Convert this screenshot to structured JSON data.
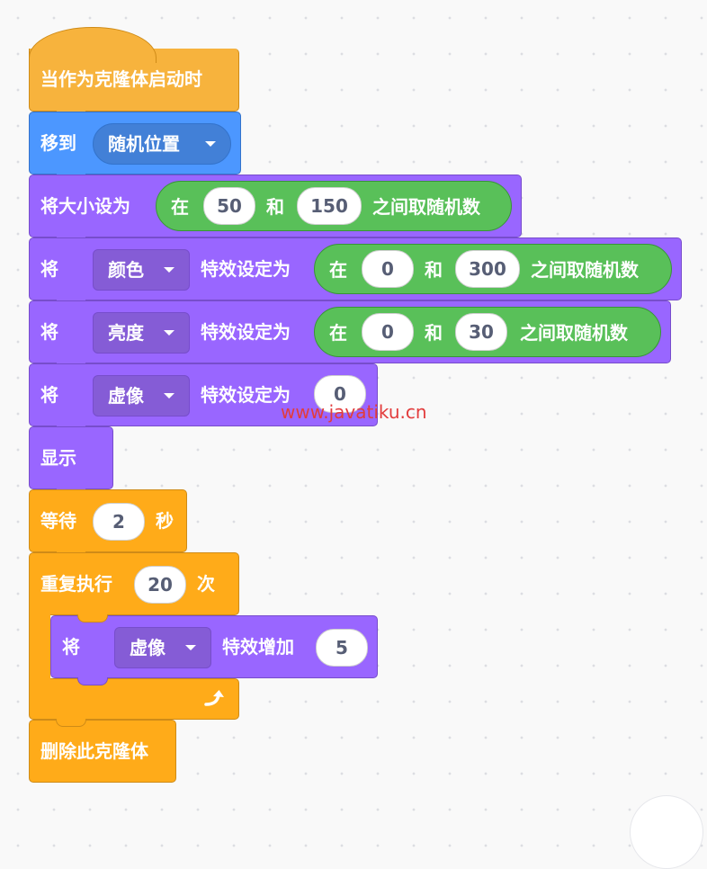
{
  "hat": {
    "label": "当作为克隆体启动时"
  },
  "goto": {
    "label": "移到",
    "target": "随机位置"
  },
  "set_size": {
    "label": "将大小设为",
    "pick_in": "在",
    "from": "50",
    "and": "和",
    "to": "150",
    "pick_tail": "之间取随机数"
  },
  "effect_color": {
    "prefix": "将",
    "effect": "颜色",
    "mid": "特效设定为",
    "pick_in": "在",
    "from": "0",
    "and": "和",
    "to": "300",
    "pick_tail": "之间取随机数"
  },
  "effect_brightness": {
    "prefix": "将",
    "effect": "亮度",
    "mid": "特效设定为",
    "pick_in": "在",
    "from": "0",
    "and": "和",
    "to": "30",
    "pick_tail": "之间取随机数"
  },
  "effect_ghost": {
    "prefix": "将",
    "effect": "虚像",
    "mid": "特效设定为",
    "value": "0"
  },
  "show": {
    "label": "显示"
  },
  "wait": {
    "prefix": "等待",
    "value": "2",
    "suffix": "秒"
  },
  "repeat": {
    "prefix": "重复执行",
    "value": "20",
    "suffix": "次"
  },
  "change_effect": {
    "prefix": "将",
    "effect": "虚像",
    "mid": "特效增加",
    "value": "5"
  },
  "delete_clone": {
    "label": "删除此克隆体"
  },
  "watermark": "www.javatiku.cn",
  "icons": {
    "dropdown": "caret-down-icon",
    "loop": "loop-arrow-icon"
  },
  "colors": {
    "events": "#f7b33d",
    "motion": "#4c97ff",
    "looks": "#9966ff",
    "operators": "#59c059",
    "control": "#ffab19"
  }
}
